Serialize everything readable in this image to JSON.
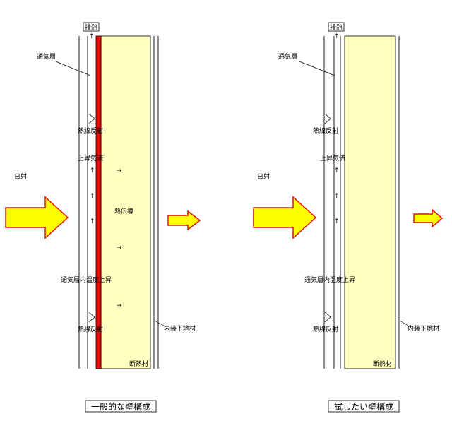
{
  "diagrams": [
    {
      "title": "一般的な壁構成",
      "exhaust": "排熱",
      "air_layer": "通気層",
      "reflect_top": "熱線反射",
      "updraft": "上昇気流",
      "solar": "日射",
      "conduction": "熱伝導",
      "temp_rise": "通気層内温度上昇",
      "reflect_bottom": "熱線反射",
      "insulation": "断熱材",
      "interior": "内装下地材",
      "has_red_layer": true
    },
    {
      "title": "試したい壁構成",
      "exhaust": "排熱",
      "air_layer": "通気層",
      "reflect_top": "熱線反射",
      "updraft": "上昇気流",
      "solar": "日射",
      "temp_rise": "通気層内温度上昇",
      "reflect_bottom": "熱線反射",
      "insulation": "断熱材",
      "interior": "内装下地材",
      "has_red_layer": false
    }
  ],
  "colors": {
    "insulation_fill": "#ffffc0",
    "red_layer": "#e01010",
    "arrow_fill": "#ffff00",
    "arrow_stroke": "#e01010"
  }
}
